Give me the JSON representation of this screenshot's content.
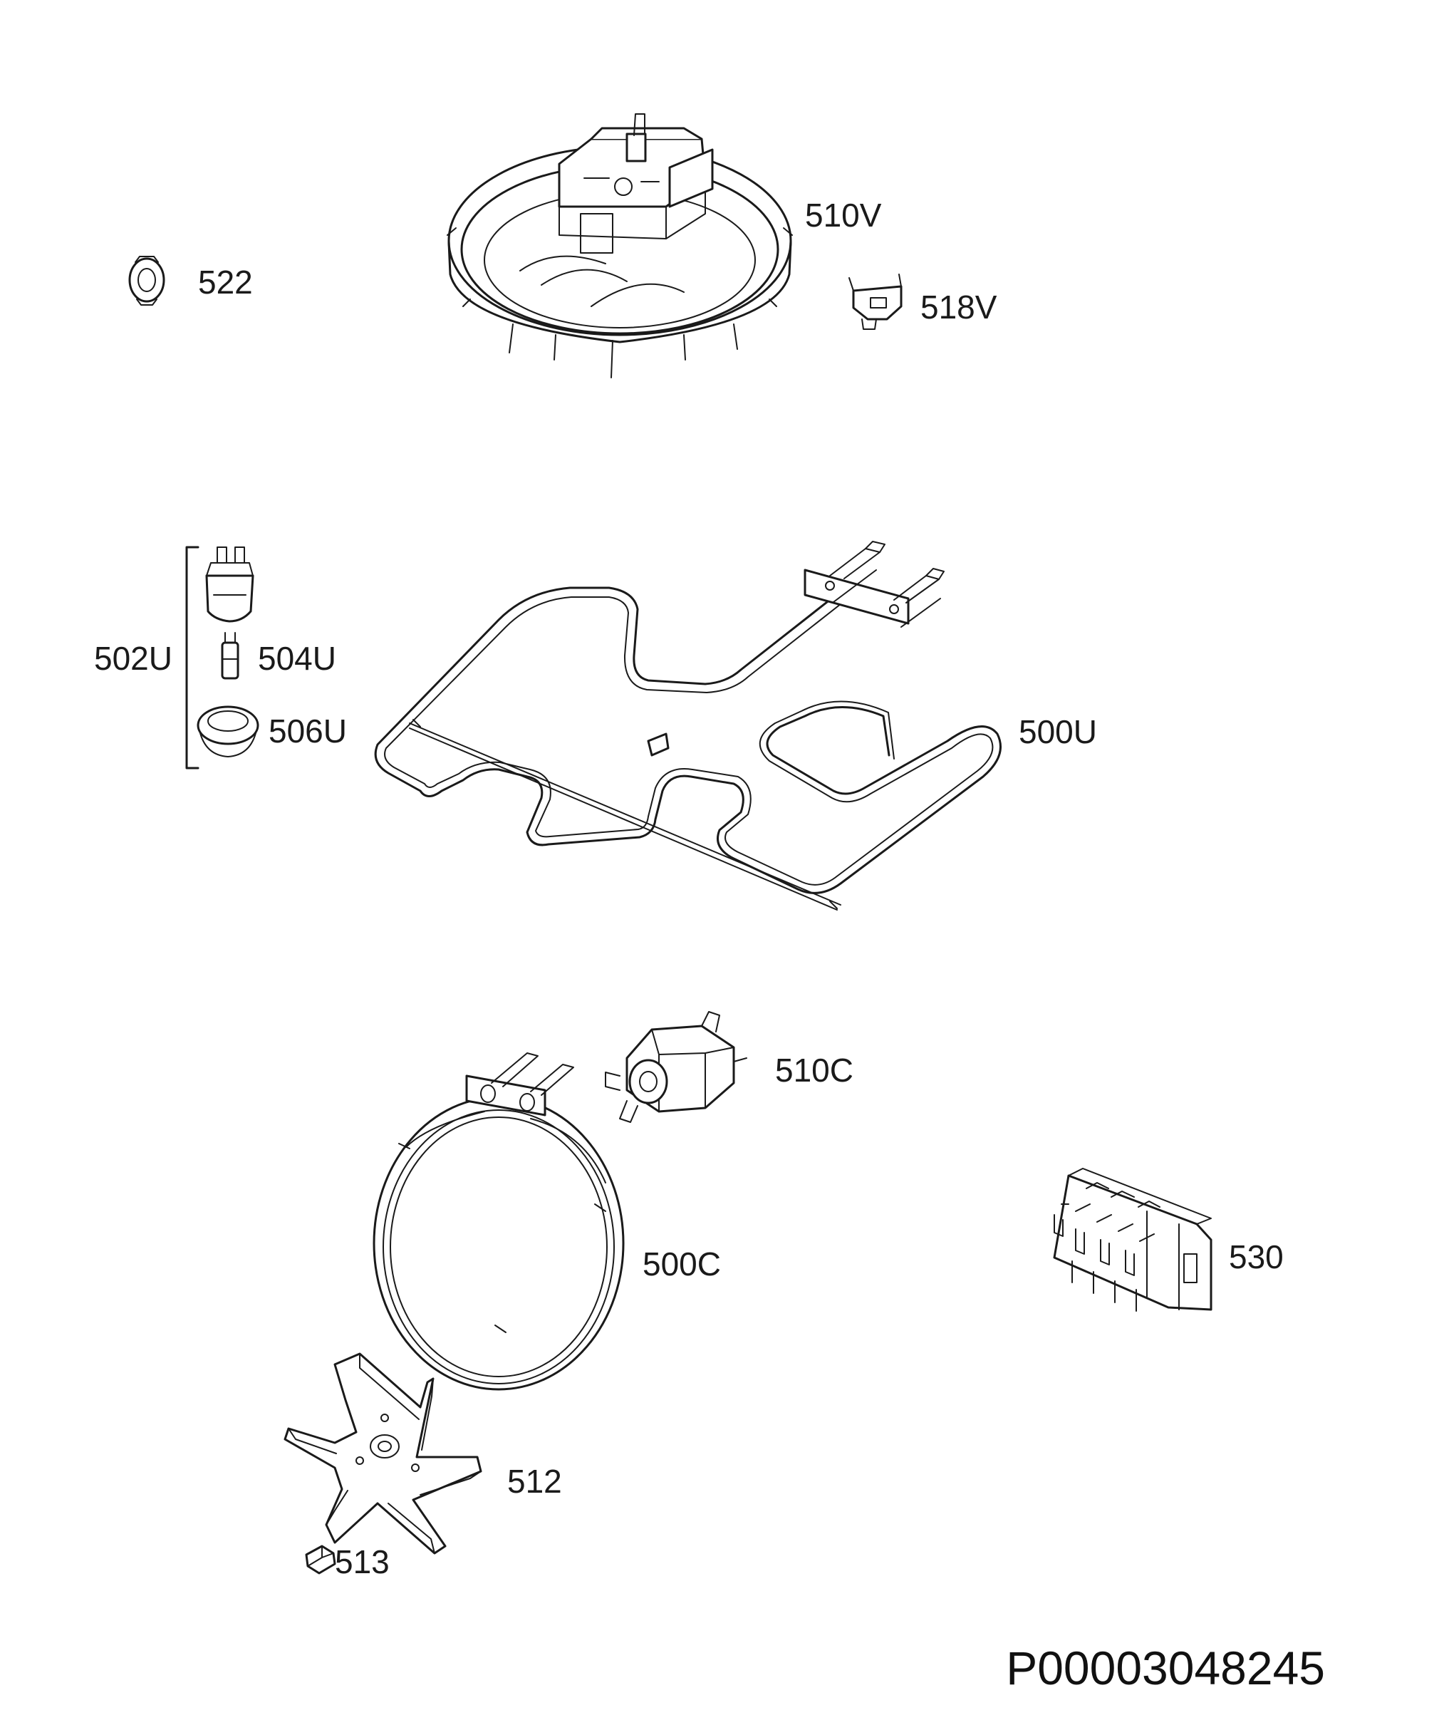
{
  "parts": [
    {
      "id": "fan-motor-assembly",
      "label": "510V"
    },
    {
      "id": "fan-motor-clip",
      "label": "522"
    },
    {
      "id": "thermal-fuse",
      "label": "518V"
    },
    {
      "id": "lamp-assembly",
      "label": "502U"
    },
    {
      "id": "lamp-bulb",
      "label": "504U"
    },
    {
      "id": "lamp-cover",
      "label": "506U"
    },
    {
      "id": "upper-heating-element",
      "label": "500U"
    },
    {
      "id": "fan-motor",
      "label": "510C"
    },
    {
      "id": "circular-heating-element",
      "label": "500C"
    },
    {
      "id": "terminal-block",
      "label": "530"
    },
    {
      "id": "fan-blade",
      "label": "512"
    },
    {
      "id": "fan-nut",
      "label": "513"
    }
  ],
  "document_id": "P00003048245"
}
